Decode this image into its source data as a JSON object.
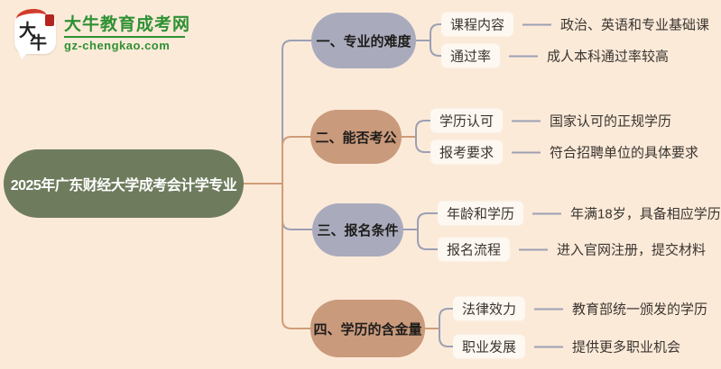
{
  "logo": {
    "bubble_text_1": "大",
    "bubble_text_2": "牛",
    "site_name": "大牛教育成考网",
    "site_url": "gz-chengkao.com",
    "brand_green": "#2e9133",
    "seal_red": "#b5251d"
  },
  "root": {
    "title": "2025年广东财经大学成考会计学专业",
    "bg_color": "#6e7c5d",
    "text_color": "#ffffff"
  },
  "colors": {
    "page_background": "#fcead9",
    "branch_gray": "#a9abbd",
    "branch_tan": "#c99a7c",
    "connector_gray": "#9ba0b4",
    "connector_tan": "#cf9c77",
    "leaf_box_bg": "#fdf8f1",
    "text_dark": "#3a3530"
  },
  "branches": [
    {
      "label": "一、专业的难度",
      "color": "#a9abbd",
      "subs": [
        {
          "label": "课程内容",
          "desc": "政治、英语和专业基础课"
        },
        {
          "label": "通过率",
          "desc": "成人本科通过率较高"
        }
      ]
    },
    {
      "label": "二、能否考公",
      "color": "#c99a7c",
      "subs": [
        {
          "label": "学历认可",
          "desc": "国家认可的正规学历"
        },
        {
          "label": "报考要求",
          "desc": "符合招聘单位的具体要求"
        }
      ]
    },
    {
      "label": "三、报名条件",
      "color": "#a9abbd",
      "subs": [
        {
          "label": "年龄和学历",
          "desc": "年满18岁，具备相应学历"
        },
        {
          "label": "报名流程",
          "desc": "进入官网注册，提交材料"
        }
      ]
    },
    {
      "label": "四、学历的含金量",
      "color": "#c99a7c",
      "subs": [
        {
          "label": "法律效力",
          "desc": "教育部统一颁发的学历"
        },
        {
          "label": "职业发展",
          "desc": "提供更多职业机会"
        }
      ]
    }
  ]
}
